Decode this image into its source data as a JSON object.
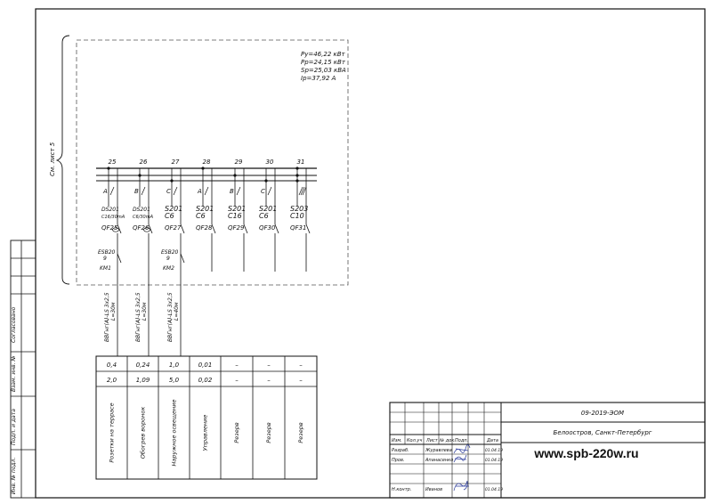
{
  "load_summary": {
    "lines": [
      "Py=46,22  кВт",
      "Pp=24,15  кВт",
      "Sp=25,03  кВА",
      "Ip=37,92  А"
    ]
  },
  "sheet_ref": "См. лист 5",
  "buses": [
    "25",
    "26",
    "27",
    "28",
    "29",
    "30",
    "31"
  ],
  "feeders": [
    {
      "phase": "A",
      "device": "DS201",
      "rating": "C16/30mA",
      "id": "QF25",
      "contactor_type": "ESB20",
      "contactor_rating": "9",
      "contactor_id": "KM1",
      "cable": "ВВГнг(А)-LS 3х2,5",
      "length": "L=30м",
      "p1": "0,4",
      "p2": "2,0",
      "name": "Розетки на террасе"
    },
    {
      "phase": "B",
      "device": "DS201",
      "rating": "C6/30mA",
      "id": "QF26",
      "contactor_type": "",
      "contactor_rating": "",
      "contactor_id": "",
      "cable": "ВВГнг(А)-LS 3х2,5",
      "length": "L=30м",
      "p1": "0,24",
      "p2": "1,09",
      "name": "Обогрев воронок"
    },
    {
      "phase": "C",
      "device": "S201",
      "rating": "C6",
      "id": "QF27",
      "contactor_type": "ESB20",
      "contactor_rating": "9",
      "contactor_id": "KM2",
      "cable": "ВВГнг(А)-LS 3х2,5",
      "length": "L=40м",
      "p1": "1,0",
      "p2": "5,0",
      "name": "Наружное освещение"
    },
    {
      "phase": "A",
      "device": "S201",
      "rating": "C6",
      "id": "QF28",
      "contactor_type": "",
      "contactor_rating": "",
      "contactor_id": "",
      "cable": "",
      "length": "",
      "p1": "0,01",
      "p2": "0,02",
      "name": "Управление"
    },
    {
      "phase": "B",
      "device": "S201",
      "rating": "C16",
      "id": "QF29",
      "contactor_type": "",
      "contactor_rating": "",
      "contactor_id": "",
      "cable": "",
      "length": "",
      "p1": "–",
      "p2": "–",
      "name": "Резерв"
    },
    {
      "phase": "C",
      "device": "S201",
      "rating": "C6",
      "id": "QF30",
      "contactor_type": "",
      "contactor_rating": "",
      "contactor_id": "",
      "cable": "",
      "length": "",
      "p1": "–",
      "p2": "–",
      "name": "Резерв"
    },
    {
      "phase": "",
      "device": "S203",
      "rating": "C10",
      "id": "QF31",
      "contactor_type": "",
      "contactor_rating": "",
      "contactor_id": "",
      "cable": "",
      "length": "",
      "p1": "–",
      "p2": "–",
      "name": "Резерв"
    }
  ],
  "left_stamp": [
    "Согласовано",
    "Взам. инв. №",
    "Подп. и дата",
    "Инв. № подл."
  ],
  "title_block": {
    "doc_code": "09-2019-ЭОМ",
    "location": "Белоостров, Санкт-Петербург",
    "headers": [
      "Изм.",
      "Кол.уч",
      "Лист",
      "№ док.",
      "Подп.",
      "Дата"
    ],
    "rows": [
      {
        "role": "Разраб.",
        "name": "Журавлева",
        "date": "01.04.19"
      },
      {
        "role": "Пров.",
        "name": "Апанасенко",
        "date": "01.04.19"
      },
      {
        "role": "Н.контр.",
        "name": "Иванов",
        "date": "01.04.19"
      }
    ],
    "watermark": "www.spb-220w.ru"
  }
}
